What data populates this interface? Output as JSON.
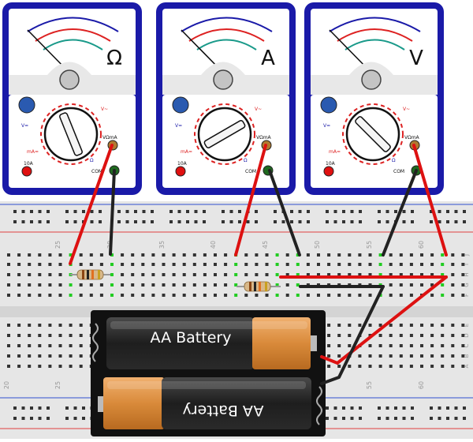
{
  "meters": [
    {
      "id": "ohmmeter",
      "symbol": "Ω",
      "v_label": "V~",
      "vdc_label": "V=",
      "ma_label": "mA=",
      "ohm_label": "Ω",
      "jack_10a": "10A",
      "jack_vma": "VΩmA",
      "jack_com": "COM",
      "dial_angle": 68
    },
    {
      "id": "ammeter",
      "symbol": "A",
      "v_label": "V~",
      "vdc_label": "V=",
      "ma_label": "mA=",
      "ohm_label": "Ω",
      "jack_10a": "10A",
      "jack_vma": "VΩmA",
      "jack_com": "COM",
      "dial_angle": -30
    },
    {
      "id": "voltmeter",
      "symbol": "V",
      "v_label": "V~",
      "vdc_label": "V=",
      "ma_label": "mA=",
      "ohm_label": "Ω",
      "jack_10a": "10A",
      "jack_vma": "VΩmA",
      "jack_com": "COM",
      "dial_angle": 45
    }
  ],
  "breadboard": {
    "column_numbers_top": [
      "25",
      "30",
      "35",
      "40",
      "45",
      "50",
      "55",
      "60"
    ],
    "column_numbers_bottom": [
      "20",
      "25",
      "55",
      "60"
    ],
    "row_letters_top": [
      "J",
      "I",
      "H",
      "G",
      "F"
    ],
    "row_letters_bottom": [
      "E",
      "D",
      "C",
      "B",
      "A"
    ]
  },
  "battery_pack": {
    "cell_top_label": "AA Battery",
    "cell_bottom_label": "AA Battery"
  },
  "colors": {
    "meter_body": "#1a1aa8",
    "meter_face": "#e8e8e8",
    "wire_red": "#dd1111",
    "wire_black": "#222222",
    "board": "#e6e6e6",
    "rail_red": "#e04040",
    "rail_blue": "#3050d0",
    "hole": "#333333",
    "hole_active": "#22cc22",
    "battery_orange": "#d98a3a"
  }
}
